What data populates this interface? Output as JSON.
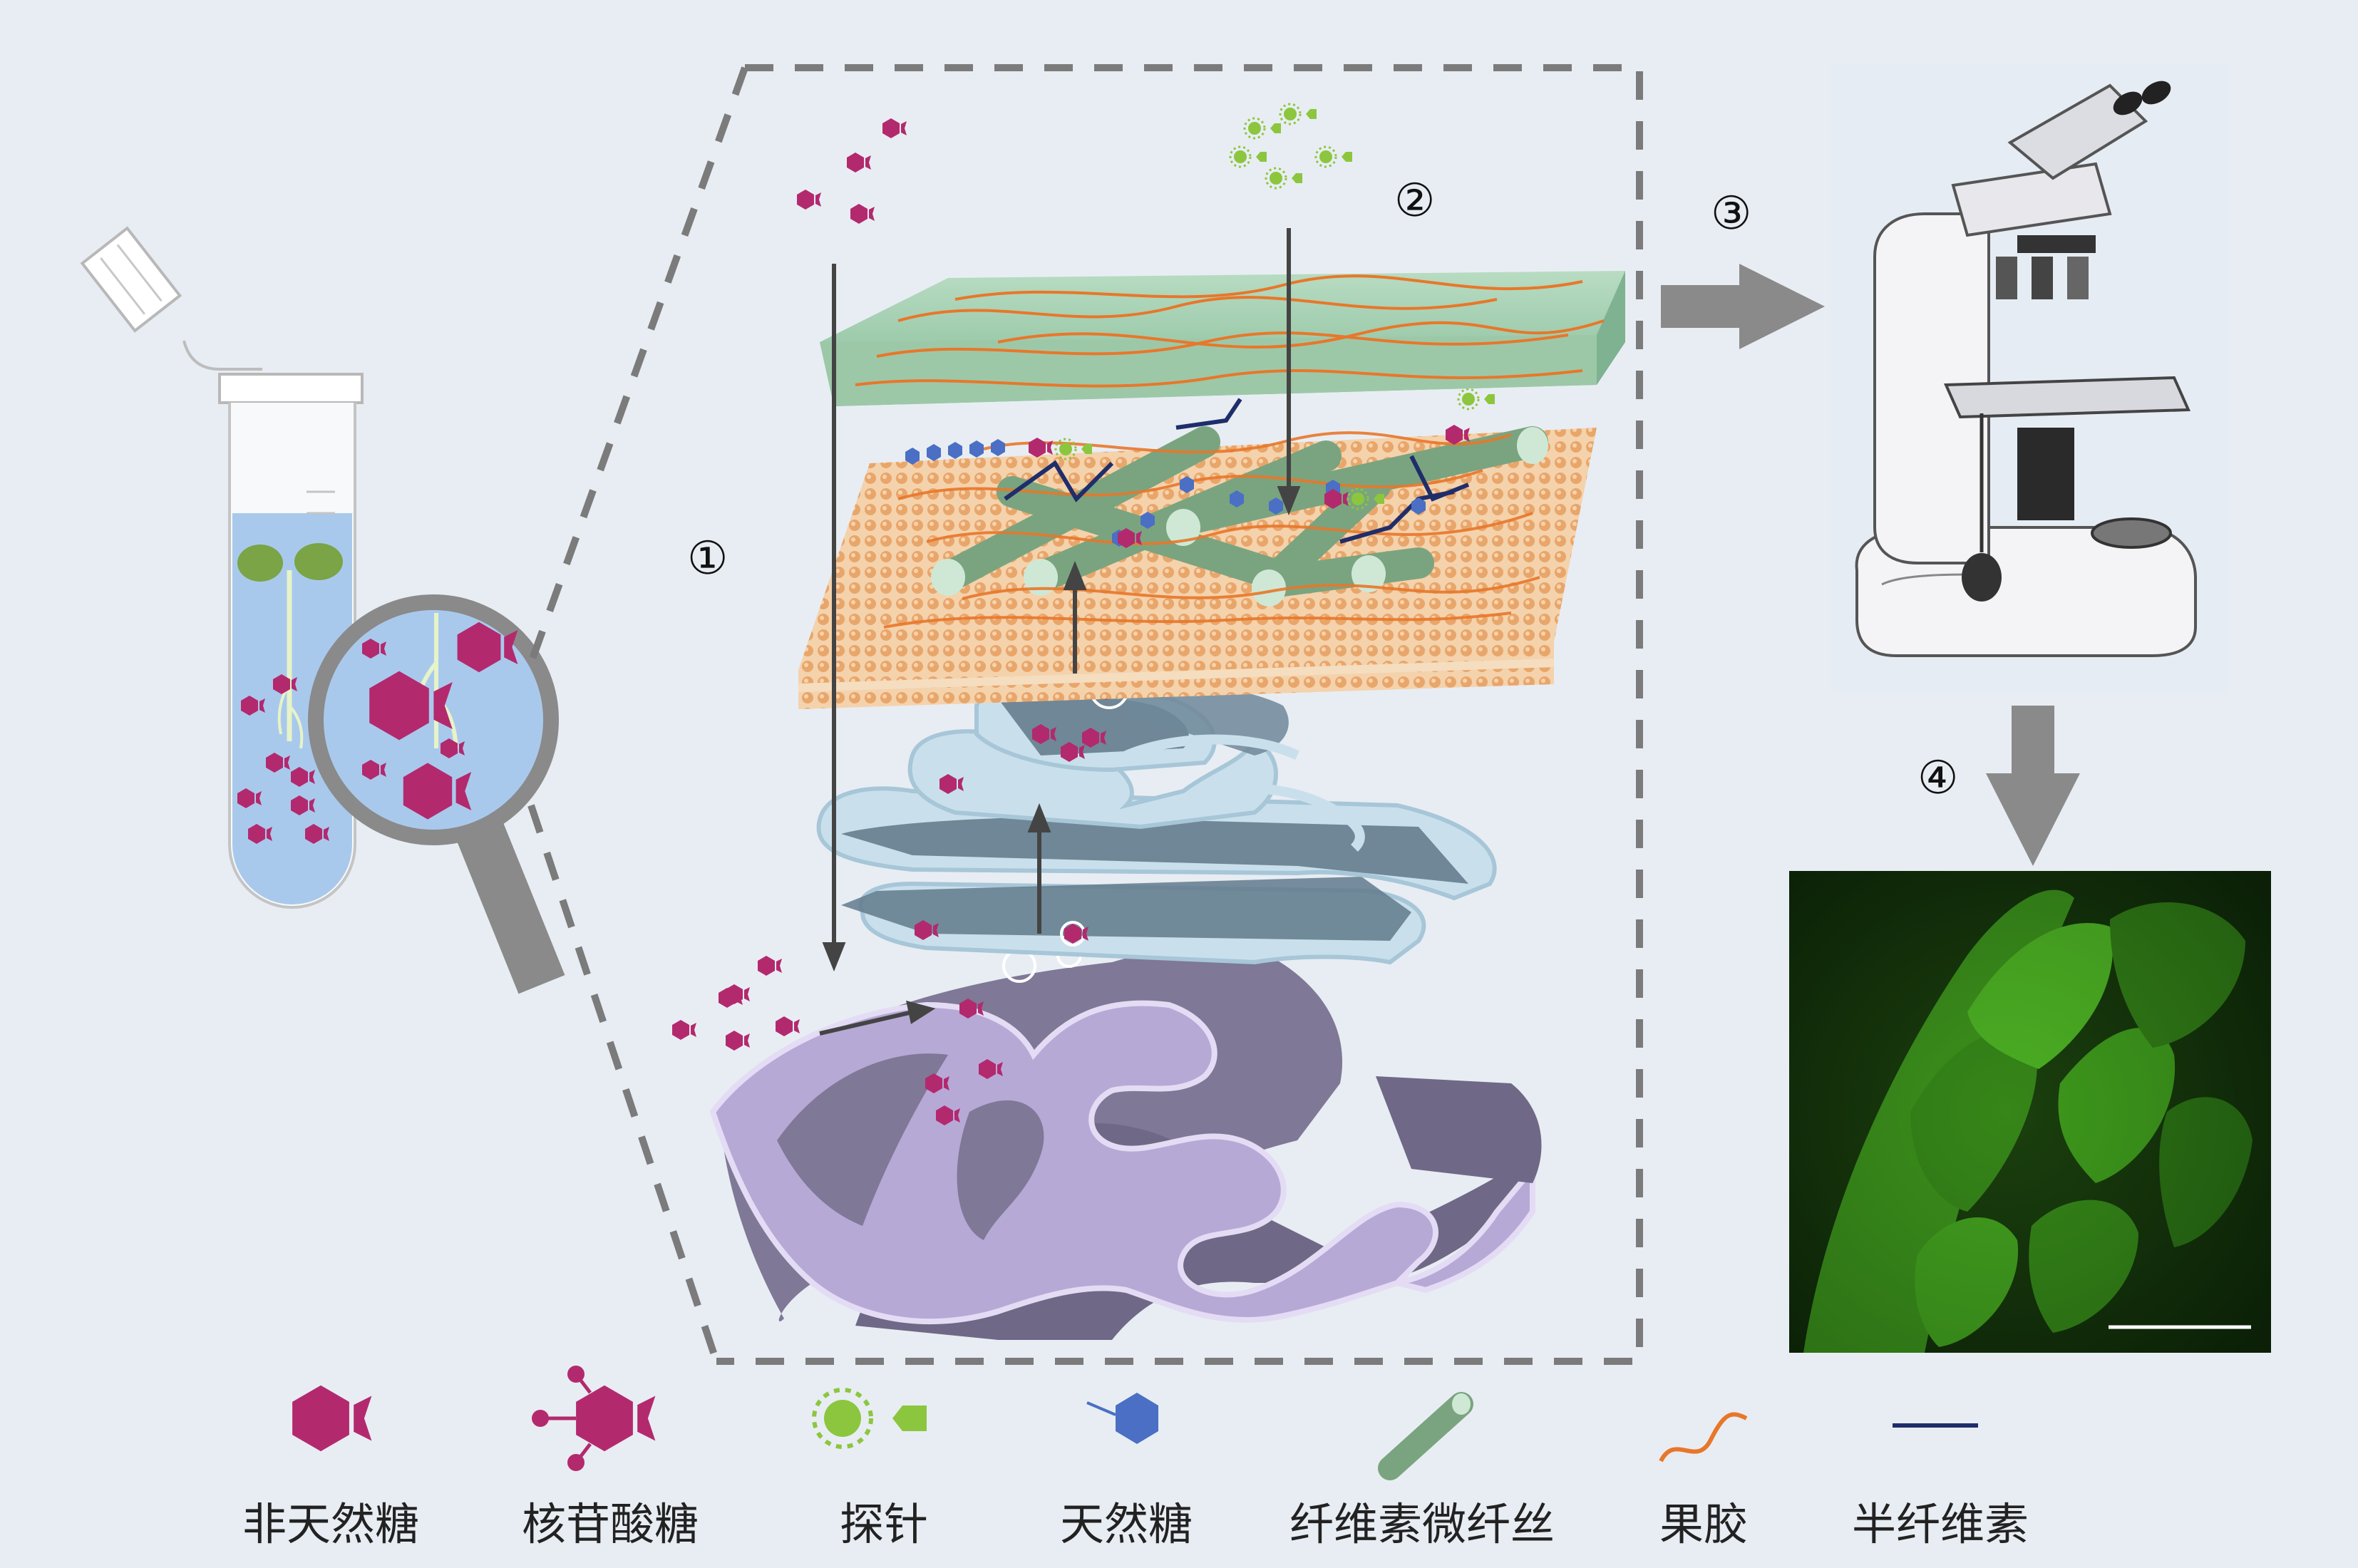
{
  "steps": {
    "one": "①",
    "two": "②",
    "three": "③",
    "four": "④"
  },
  "legend": [
    {
      "icon": "unnatural-sugar-icon",
      "label": "非天然糖"
    },
    {
      "icon": "nucleotide-sugar-icon",
      "label": "核苷酸糖"
    },
    {
      "icon": "probe-icon",
      "label": "探针"
    },
    {
      "icon": "natural-sugar-icon",
      "label": "天然糖"
    },
    {
      "icon": "cellulose-microfibril-icon",
      "label": "纤维素微纤丝"
    },
    {
      "icon": "pectin-icon",
      "label": "果胶"
    },
    {
      "icon": "hemicellulose-icon",
      "label": "半纤维素"
    }
  ],
  "colors": {
    "sugar_magenta": "#b3296e",
    "probe_green": "#8cc63f",
    "natural_blue": "#4a6fc4",
    "cellulose_green": "#8fbf9a",
    "pectin_orange": "#e8772a",
    "hemicellulose_navy": "#1f2e6b",
    "golgi_blue": "#9bb8cc",
    "er_purple": "#8a82a3",
    "fluorescence": "#3aa31c"
  }
}
